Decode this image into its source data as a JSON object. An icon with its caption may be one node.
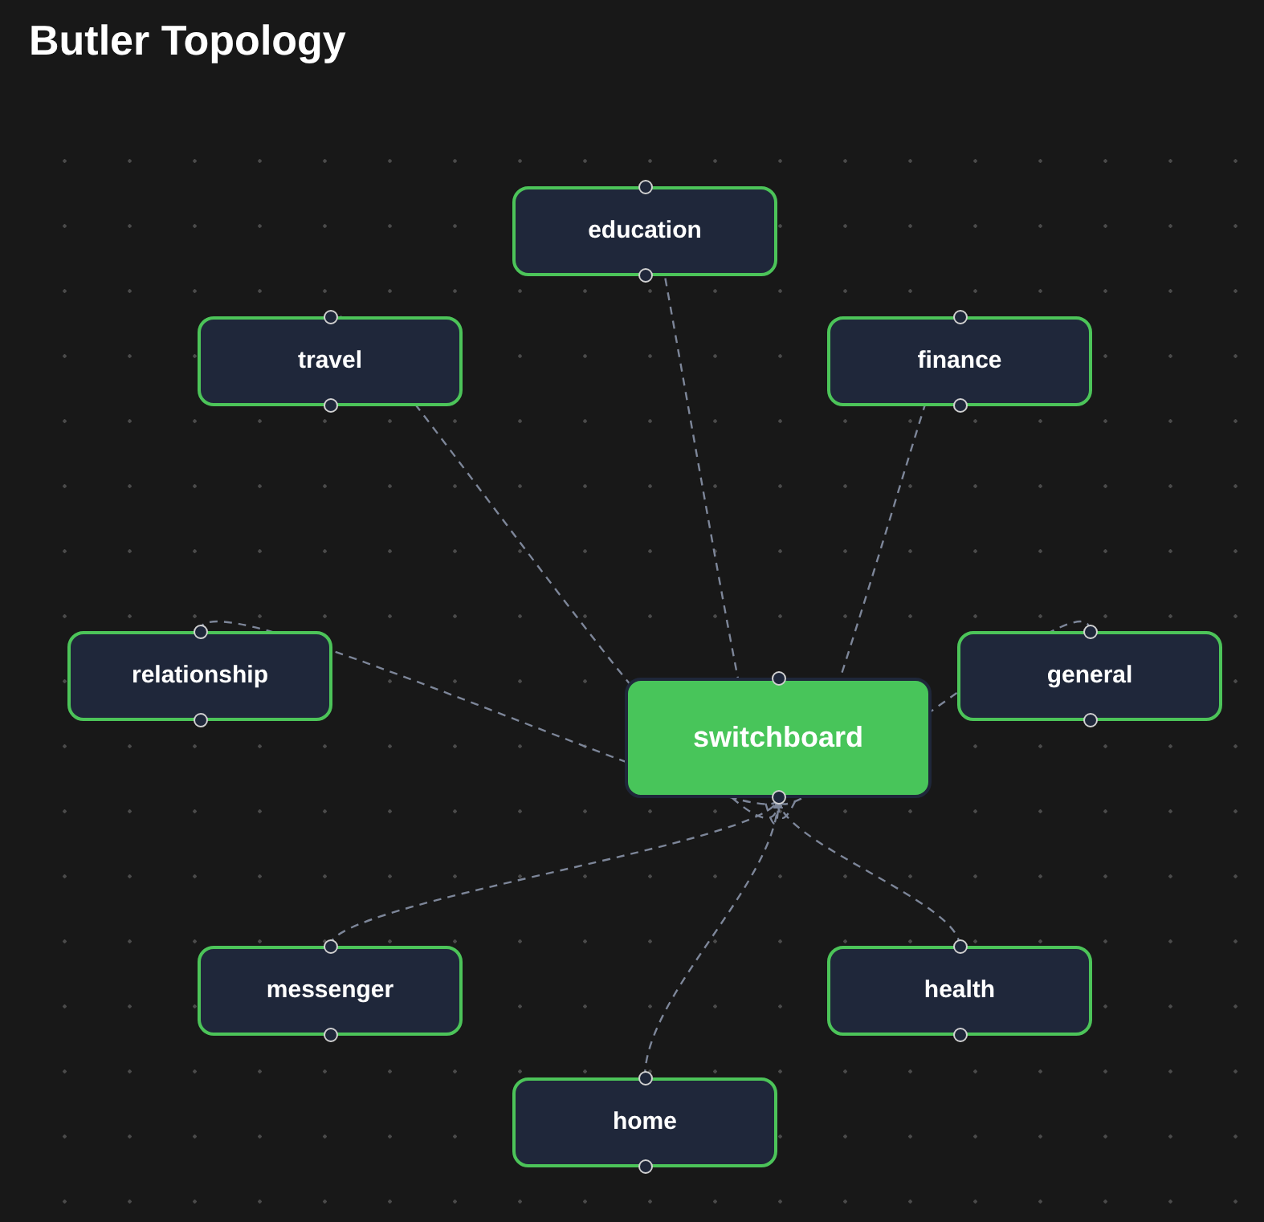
{
  "diagram": {
    "title": "Butler Topology",
    "nodes": [
      {
        "text": [
          "education"
        ]
      },
      {
        "text": [
          "travel"
        ]
      },
      {
        "text": [
          "finance"
        ]
      },
      {
        "text": [
          "relationship"
        ]
      },
      {
        "text": [
          "switchboard"
        ]
      },
      {
        "text": [
          "general"
        ]
      },
      {
        "text": [
          "messenger"
        ]
      },
      {
        "text": [
          "health"
        ]
      },
      {
        "text": [
          "home"
        ]
      }
    ],
    "edges": [
      {
        "from": 0,
        "to": 4,
        "arrow": "to",
        "style": "dashed"
      },
      {
        "from": 1,
        "to": 4,
        "arrow": "to",
        "style": "dashed"
      },
      {
        "from": 2,
        "to": 4,
        "arrow": "to",
        "style": "dashed"
      },
      {
        "from": 3,
        "to": 4,
        "arrow": "to",
        "style": "dashed"
      },
      {
        "from": 5,
        "to": 4,
        "arrow": "to",
        "style": "dashed"
      },
      {
        "from": 6,
        "to": 4,
        "arrow": "to",
        "style": "dashed"
      },
      {
        "from": 7,
        "to": 4,
        "arrow": "to",
        "style": "dashed"
      },
      {
        "from": 8,
        "to": 4,
        "arrow": "to",
        "style": "dashed"
      }
    ]
  }
}
